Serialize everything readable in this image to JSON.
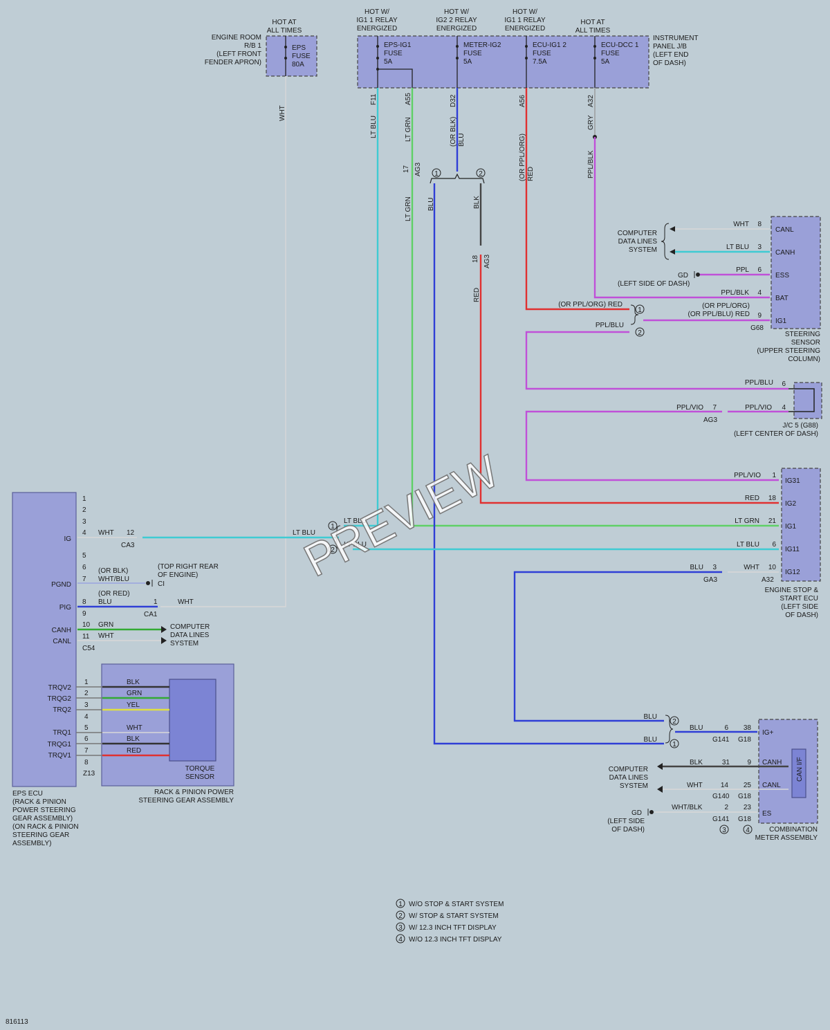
{
  "colors": {
    "background": "#bfcdd5",
    "component": "#9aa0d8",
    "lt_blu": "#3fcbd3",
    "lt_grn": "#5fd066",
    "grn": "#33aa33",
    "blu": "#2f3ed6",
    "red": "#e03030",
    "ppl": "#c050d8",
    "wht": "#d8d8d8",
    "blk": "#333333",
    "yel": "#e0e040"
  },
  "fuses": {
    "header_hot_all_times": "HOT AT\nALL TIMES",
    "eps80": {
      "title": "ENGINE ROOM\nR/B 1\n(LEFT FRONT\nFENDER APRON)",
      "label": "EPS\nFUSE\n80A"
    },
    "eps_ig1": {
      "header": "HOT W/\nIG1 1 RELAY\nENERGIZED",
      "label": "EPS-IG1\nFUSE\n5A"
    },
    "meter_ig2": {
      "header": "HOT W/\nIG2 2 RELAY\nENERGIZED",
      "label": "METER-IG2\nFUSE\n5A"
    },
    "ecu_ig1_2": {
      "header": "HOT W/\nIG1 1 RELAY\nENERGIZED",
      "label": "ECU-IG1 2\nFUSE\n7.5A"
    },
    "ecu_dcc1": {
      "header": "HOT AT\nALL TIMES",
      "label": "ECU-DCC 1\nFUSE\n5A"
    },
    "panel_title": "INSTRUMENT\nPANEL J/B\n(LEFT END\nOF DASH)"
  },
  "connector_labels": [
    "F11",
    "A55",
    "D32",
    "A56",
    "A32",
    "AG3",
    "17",
    "18",
    "AG3",
    "CA3",
    "CA1",
    "C54",
    "Z13",
    "G68",
    "AG3",
    "GA3",
    "A32",
    "G141",
    "G18",
    "G140",
    "G18",
    "G141",
    "G18"
  ],
  "wire_labels": {
    "wht_vertical": "WHT",
    "lt_blu": "LT BLU",
    "lt_grn": "LT GRN",
    "blu": "BLU",
    "or_blk_blu": "(OR BLK)\nBLU",
    "blk": "BLK",
    "red": "RED",
    "or_ppl_org_red": "(OR PPL/ORG)\nRED",
    "gry": "GRY",
    "ppl_blk": "PPL/BLK"
  },
  "eps_ecu": {
    "name": "EPS ECU\n(RACK & PINION\nPOWER STEERING\nGEAR ASSEMBLY)\n(ON RACK & PINION\nSTEERING GEAR\nASSEMBLY)",
    "pins_top": [
      "1",
      "2",
      "3",
      "4",
      "5",
      "6",
      "7",
      "8",
      "9",
      "10",
      "11"
    ],
    "terminals": {
      "ig": "IG",
      "pgnd": "PGND",
      "pig": "PIG",
      "canh": "CANH",
      "canl": "CANL"
    },
    "ig_wire": {
      "pin": "4",
      "color": "WHT",
      "conn_pin": "12",
      "conn": "CA3",
      "wire": "LT BLU"
    },
    "pgnd_wire": {
      "pin": "7",
      "color": "(OR BLK)\nWHT/BLU",
      "ground": "CI",
      "ground_loc": "(TOP RIGHT REAR\nOF ENGINE)"
    },
    "pig_wire": {
      "pin": "8",
      "color": "(OR RED)\nBLU",
      "conn_pin": "1",
      "conn": "CA1",
      "wire": "WHT"
    },
    "canh_wire": {
      "pin": "10",
      "color": "GRN"
    },
    "canl_wire": {
      "pin": "11",
      "color": "WHT"
    },
    "can_target": "COMPUTER\nDATA LINES\nSYSTEM",
    "conn": "C54",
    "trq_pins": [
      "1",
      "2",
      "3",
      "4",
      "5",
      "6",
      "7",
      "8"
    ],
    "trq_labels": [
      "TRQV2",
      "TRQG2",
      "TRQ2",
      "TRQ1",
      "TRQG1",
      "TRQV1"
    ],
    "trq_conn": "Z13"
  },
  "torque": {
    "colors": [
      "BLK",
      "GRN",
      "YEL",
      "WHT",
      "BLK",
      "RED"
    ],
    "sensor": "TORQUE\nSENSOR",
    "assembly": "RACK & PINION POWER\nSTEERING GEAR ASSEMBLY"
  },
  "steering_sensor": {
    "name": "STEERING\nSENSOR\n(UPPER STEERING\nCOLUMN)",
    "terminals": [
      "CANL",
      "CANH",
      "ESS",
      "BAT",
      "IG1"
    ],
    "pins": [
      "8",
      "3",
      "6",
      "4",
      "9"
    ],
    "colors": [
      "WHT",
      "LT BLU",
      "PPL",
      "PPL/BLK",
      "(OR PPL/ORG)\n(OR PPL/BLU)  RED"
    ],
    "conn": "G68",
    "can_target": "COMPUTER\nDATA LINES\nSYSTEM",
    "ground": "GD",
    "ground_loc": "(LEFT SIDE OF DASH)",
    "red_label": "(OR PPL/ORG)   RED",
    "ppl_blu_label": "PPL/BLU"
  },
  "jc5": {
    "name": "J/C 5 (G88)\n(LEFT CENTER OF DASH)",
    "pins": [
      "6",
      "4"
    ],
    "colors": [
      "PPL/BLU",
      "PPL/VIO"
    ],
    "left_color": "PPL/VIO",
    "left_pin": "7",
    "conn": "AG3"
  },
  "engine_ecu": {
    "name": "ENGINE STOP &\nSTART ECU\n(LEFT SIDE\nOF DASH)",
    "terminals": [
      "IG31",
      "IG2",
      "IG1",
      "IG11",
      "IG12"
    ],
    "pins": [
      "1",
      "18",
      "21",
      "6",
      "10"
    ],
    "colors": [
      "PPL/VIO",
      "RED",
      "LT GRN",
      "LT BLU",
      "WHT"
    ],
    "left_color": "BLU",
    "left_pin": "3",
    "conn_left": "GA3",
    "conn_right": "A32"
  },
  "meter": {
    "name": "COMBINATION\nMETER ASSEMBLY",
    "terminals": [
      "IG+",
      "CANH",
      "CANL",
      "ES"
    ],
    "can_if": "CAN I/F",
    "igplus": {
      "color": "BLU",
      "pin_a": "6",
      "pin_b": "38",
      "conn_a": "G141",
      "conn_b": "G18"
    },
    "canh": {
      "color": "BLK",
      "pin_a": "31",
      "pin_b": "9"
    },
    "canl": {
      "color": "WHT",
      "pin_a": "14",
      "pin_b": "25",
      "conn_a": "G140",
      "conn_b": "G18"
    },
    "es": {
      "color": "WHT/BLK",
      "pin_a": "2",
      "pin_b": "23",
      "conn_a": "G141",
      "conn_b": "G18"
    },
    "ground": "GD",
    "ground_loc": "(LEFT SIDE\nOF DASH)",
    "blu_labels": [
      "BLU",
      "BLU"
    ],
    "can_target": "COMPUTER\nDATA LINES\nSYSTEM"
  },
  "notes": [
    {
      "num": "1",
      "text": "W/O STOP & START SYSTEM"
    },
    {
      "num": "2",
      "text": "W/ STOP & START SYSTEM"
    },
    {
      "num": "3",
      "text": "W/ 12.3 INCH TFT DISPLAY"
    },
    {
      "num": "4",
      "text": "W/O 12.3 INCH TFT DISPLAY"
    }
  ],
  "diagram_id": "816113",
  "watermark": "PREVIEW"
}
